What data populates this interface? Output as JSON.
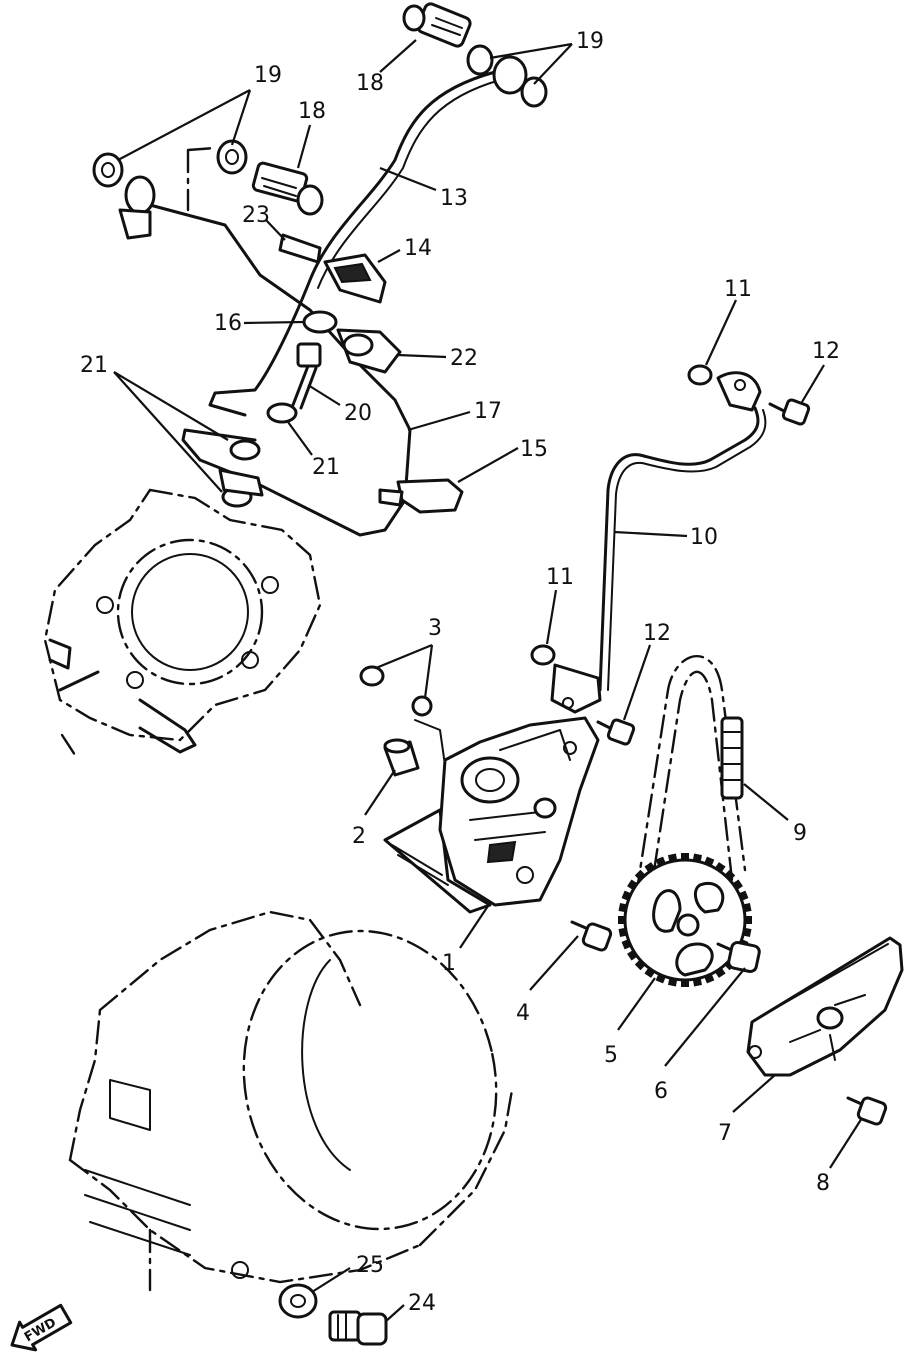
{
  "callouts": [
    {
      "id": "c1",
      "label": "1"
    },
    {
      "id": "c2",
      "label": "2"
    },
    {
      "id": "c3",
      "label": "3"
    },
    {
      "id": "c4",
      "label": "4"
    },
    {
      "id": "c5",
      "label": "5"
    },
    {
      "id": "c6",
      "label": "6"
    },
    {
      "id": "c7",
      "label": "7"
    },
    {
      "id": "c8",
      "label": "8"
    },
    {
      "id": "c9",
      "label": "9"
    },
    {
      "id": "c10",
      "label": "10"
    },
    {
      "id": "c11a",
      "label": "11"
    },
    {
      "id": "c11b",
      "label": "11"
    },
    {
      "id": "c12a",
      "label": "12"
    },
    {
      "id": "c12b",
      "label": "12"
    },
    {
      "id": "c13",
      "label": "13"
    },
    {
      "id": "c14",
      "label": "14"
    },
    {
      "id": "c15",
      "label": "15"
    },
    {
      "id": "c16",
      "label": "16"
    },
    {
      "id": "c17",
      "label": "17"
    },
    {
      "id": "c18a",
      "label": "18"
    },
    {
      "id": "c18b",
      "label": "18"
    },
    {
      "id": "c19a",
      "label": "19"
    },
    {
      "id": "c19b",
      "label": "19"
    },
    {
      "id": "c20",
      "label": "20"
    },
    {
      "id": "c21a",
      "label": "21"
    },
    {
      "id": "c21b",
      "label": "21"
    },
    {
      "id": "c22",
      "label": "22"
    },
    {
      "id": "c23",
      "label": "23"
    },
    {
      "id": "c24",
      "label": "24"
    },
    {
      "id": "c25",
      "label": "25"
    }
  ],
  "direction_badge": {
    "label": "FWD"
  },
  "colors": {
    "ink": "#111111",
    "paper": "#ffffff"
  }
}
